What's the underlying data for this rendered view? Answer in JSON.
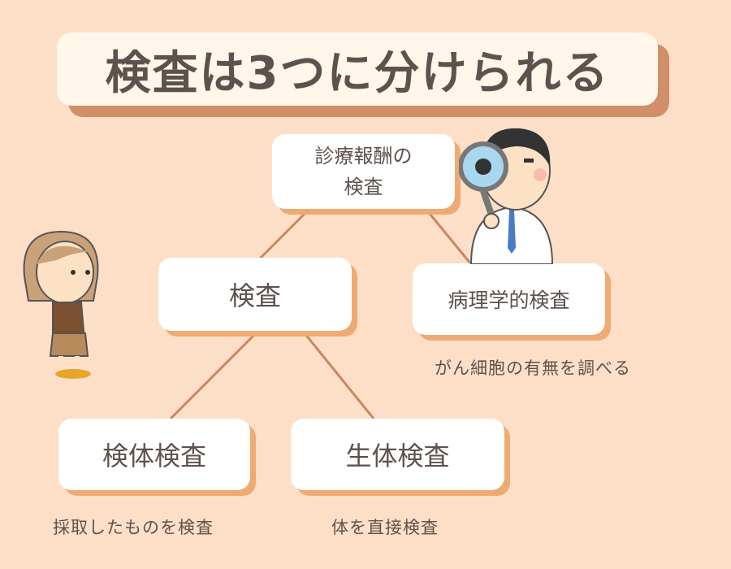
{
  "title": "検査は3つに分けられる",
  "nodes": {
    "root": "診療報酬の\n検査",
    "exam": "検査",
    "pathology": "病理学的検査",
    "specimen": "検体検査",
    "biological": "生体検査"
  },
  "notes": {
    "pathology": "がん細胞の有無を調べる",
    "specimen": "採取したものを検査",
    "biological": "体を直接検査"
  },
  "colors": {
    "background": "#fddfc7",
    "title_bg": "#fff7ea",
    "title_shadow": "#d18f69",
    "box_shadow": "#eeaa72",
    "line": "#c8875f",
    "text": "#5f514d"
  }
}
